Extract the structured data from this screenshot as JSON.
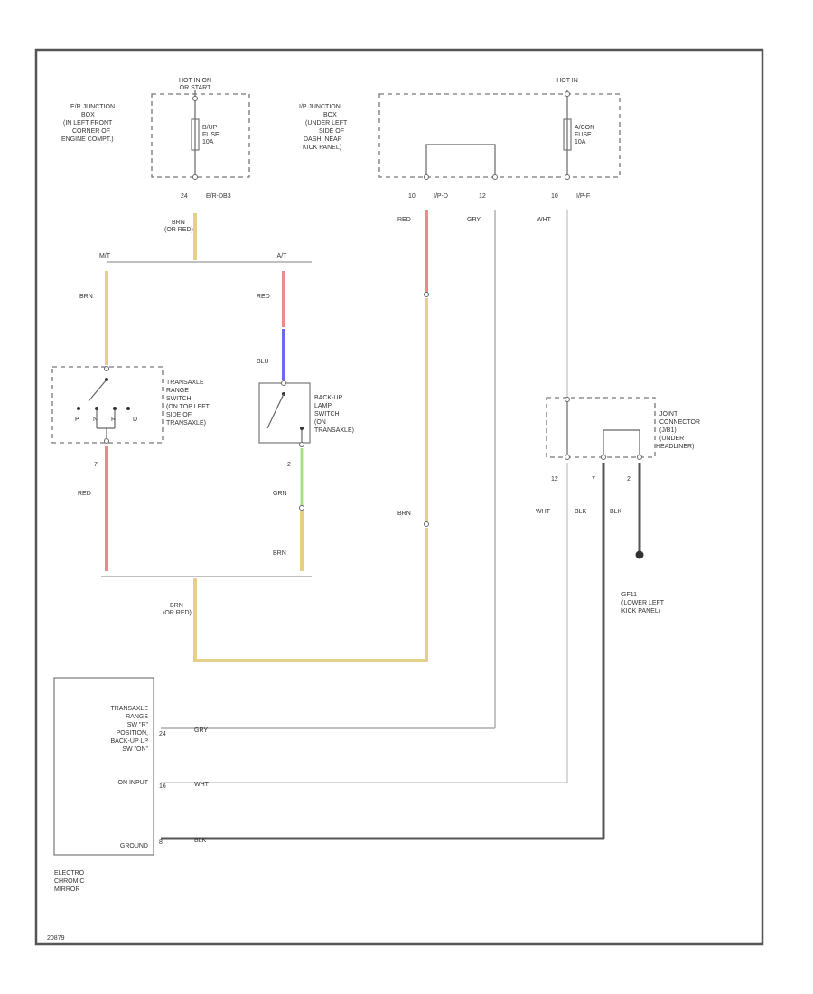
{
  "fuses": {
    "left": {
      "supply": [
        "HOT IN ON",
        "OR START"
      ],
      "fuse": [
        "B/UP",
        "FUSE",
        "10A"
      ],
      "box": [
        "E/R JUNCTION",
        "BOX",
        "(IN LEFT FRONT",
        "CORNER OF",
        "ENGINE COMPT.)"
      ],
      "pin": "24",
      "circuit": "E/R-DB3"
    },
    "right": {
      "supply": [
        "HOT IN"
      ],
      "fuse": [
        "A/CON",
        "FUSE",
        "10A"
      ],
      "box": [
        "I/P JUNCTION",
        "BOX",
        "(UNDER LEFT",
        "SIDE OF",
        "DASH, NEAR",
        "KICK PANEL)"
      ],
      "pins": [
        "10",
        "12",
        "10"
      ],
      "circuits": [
        "I/P-D",
        "I/P-F"
      ]
    }
  },
  "wires": {
    "brn": "BRN",
    "brn_or_red": [
      "BRN",
      "(OR RED)"
    ],
    "red": "RED",
    "blu": "BLU",
    "grn": "GRN",
    "gry": "GRY",
    "wht": "WHT",
    "blk": "BLK"
  },
  "branches": {
    "mt_left": "M/T",
    "at_right": "A/T"
  },
  "switches": {
    "transaxle": {
      "label": [
        "TRANSAXLE",
        "RANGE",
        "SWITCH",
        "(ON TOP LEFT",
        "SIDE OF",
        "TRANSAXLE)"
      ],
      "positions": [
        "P",
        "N",
        "R",
        "D"
      ],
      "pin_out": "7"
    },
    "backup": {
      "label": [
        "BACK-UP",
        "LAMP",
        "SWITCH",
        "(ON",
        "TRANSAXLE)"
      ],
      "pin_out": "2"
    }
  },
  "joint": {
    "label": [
      "JOINT",
      "CONNECTOR",
      "(J/B1)",
      "(UNDER",
      "HEADLINER)"
    ],
    "pins": [
      "12",
      "7",
      "2"
    ]
  },
  "ground": {
    "name": "GF11",
    "location": [
      "(LOWER LEFT",
      "KICK PANEL)"
    ]
  },
  "mirror": {
    "name": [
      "ELECTRO",
      "CHROMIC",
      "MIRROR"
    ],
    "labels": [
      "TRANSAXLE",
      "RANGE",
      "SW \"R\"",
      "POSITION,",
      "BACK-UP LP",
      "SW \"ON\"",
      "ON INPUT",
      "GROUND"
    ],
    "pins": [
      "24",
      "16",
      "8"
    ]
  },
  "footer": "20879"
}
